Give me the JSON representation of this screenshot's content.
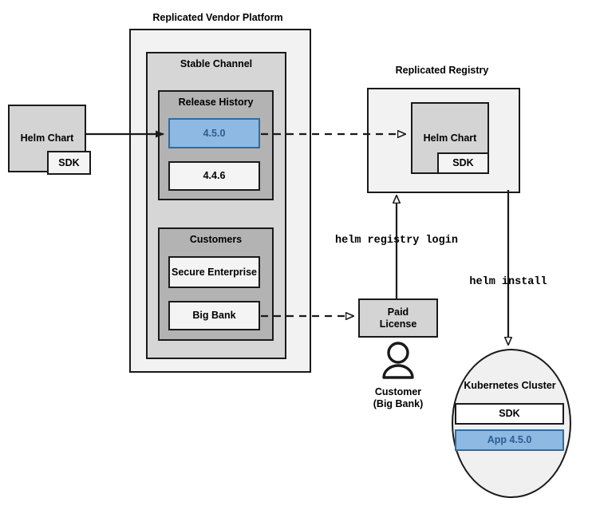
{
  "diagram": {
    "title_vendor_platform": "Replicated Vendor Platform",
    "title_registry": "Replicated Registry",
    "source_chart": {
      "name": "Helm Chart",
      "sdk": "SDK"
    },
    "stable_channel": {
      "label": "Stable Channel",
      "release_history": {
        "label": "Release History",
        "releases": [
          {
            "version": "4.5.0",
            "highlighted": true
          },
          {
            "version": "4.4.6",
            "highlighted": false
          }
        ]
      },
      "customers": {
        "label": "Customers",
        "entries": [
          {
            "name": "Secure Enterprise"
          },
          {
            "name": "Big Bank"
          }
        ]
      }
    },
    "registry": {
      "chart_name": "Helm Chart",
      "sdk": "SDK"
    },
    "paid_license": "Paid\nLicense",
    "paid_license_line1": "Paid",
    "paid_license_line2": "License",
    "customer_caption_line1": "Customer",
    "customer_caption_line2": "(Big Bank)",
    "command_registry_login": "helm registry login",
    "command_install": "helm install",
    "cluster": {
      "label": "Kubernetes Cluster",
      "items": [
        {
          "name": "SDK",
          "highlighted": false
        },
        {
          "name": "App 4.5.0",
          "highlighted": true
        }
      ]
    },
    "colors": {
      "highlight_fill": "#8db9e2",
      "highlight_border": "#2e6ca4",
      "highlight_text": "#2a5d8f",
      "shell_outer": "#f2f2f2",
      "shell_mid": "#d6d6d6",
      "shell_inner": "#b3b3b3",
      "card_grey": "#d4d4d4",
      "card_white": "#f4f4f4",
      "stroke": "#1a1a1a"
    }
  }
}
